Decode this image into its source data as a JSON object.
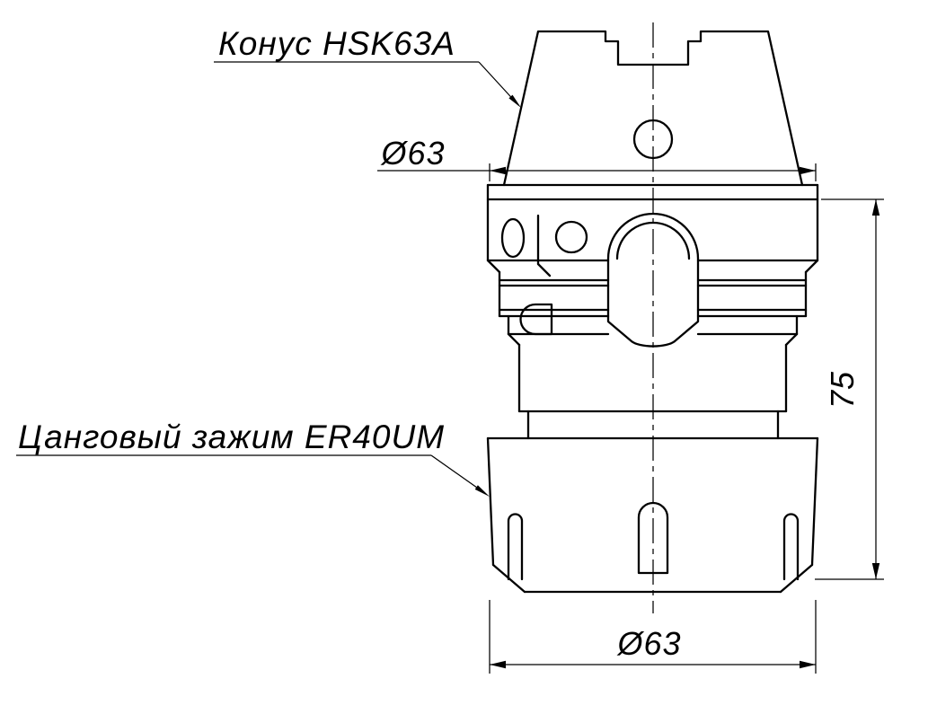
{
  "drawing": {
    "background": "#ffffff",
    "line_color": "#000000",
    "kind": "technical-drawing"
  },
  "callouts": {
    "taper_label": "Конус HSK63A",
    "collet_label": "Цанговый зажим ER40UM"
  },
  "dimensions": {
    "flange_diameter": "Ø63",
    "body_height": "75",
    "nut_diameter": "Ø63"
  }
}
